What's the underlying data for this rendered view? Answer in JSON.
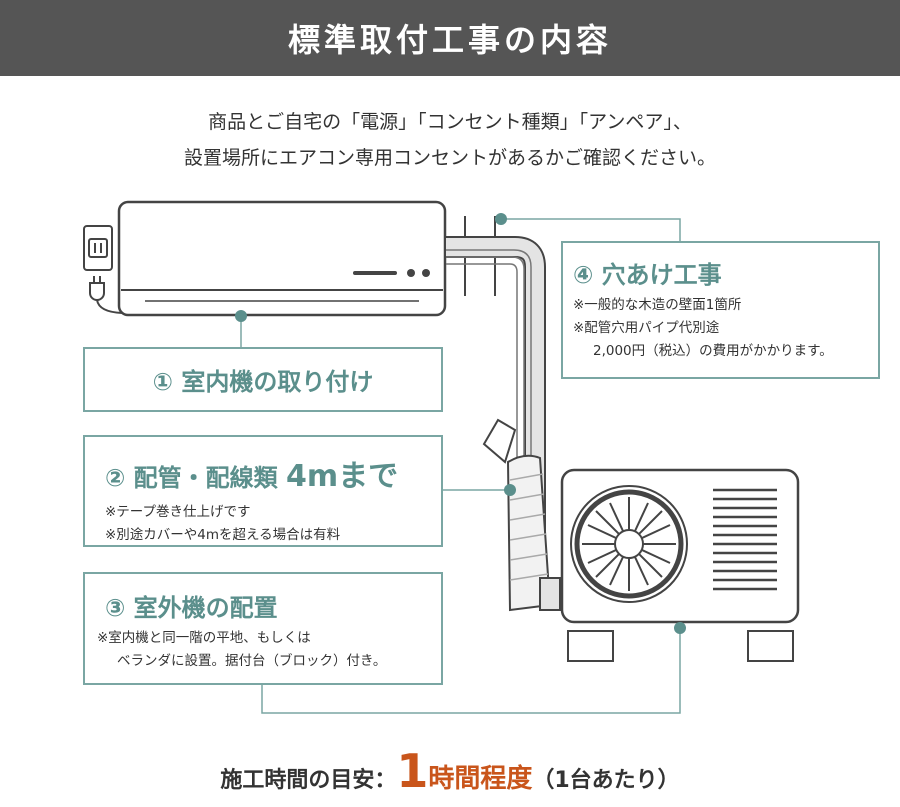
{
  "header": {
    "title": "標準取付工事の内容"
  },
  "intro": {
    "line1": "商品とご自宅の「電源」「コンセント種類」「アンペア」、",
    "line2": "設置場所にエアコン専用コンセントがあるかご確認ください。"
  },
  "steps": [
    {
      "title": "① 室内機の取り付け",
      "notes": []
    },
    {
      "title": "② 配管・配線類 ",
      "title_emphasis": "4mまで",
      "notes": [
        "※テープ巻き仕上げです",
        "※別途カバーや4mを超える場合は有料"
      ]
    },
    {
      "title": "③ 室外機の配置",
      "notes": [
        "※室内機と同一階の平地、もしくは",
        "ベランダに設置。据付台（ブロック）付き。"
      ]
    },
    {
      "title": "④ 穴あけ工事",
      "notes": [
        "※一般的な木造の壁面1箇所",
        "※配管穴用パイプ代別途",
        "2,000円（税込）の費用がかかります。"
      ]
    }
  ],
  "footer": {
    "label": "施工時間の目安：",
    "number": "1",
    "emphasis": "時間程度",
    "suffix": "（1台あたり）"
  },
  "colors": {
    "header_bg": "#555555",
    "accent": "#5b8f8c",
    "border": "#7aa6a3",
    "line": "#444444",
    "highlight": "#c9551b"
  }
}
